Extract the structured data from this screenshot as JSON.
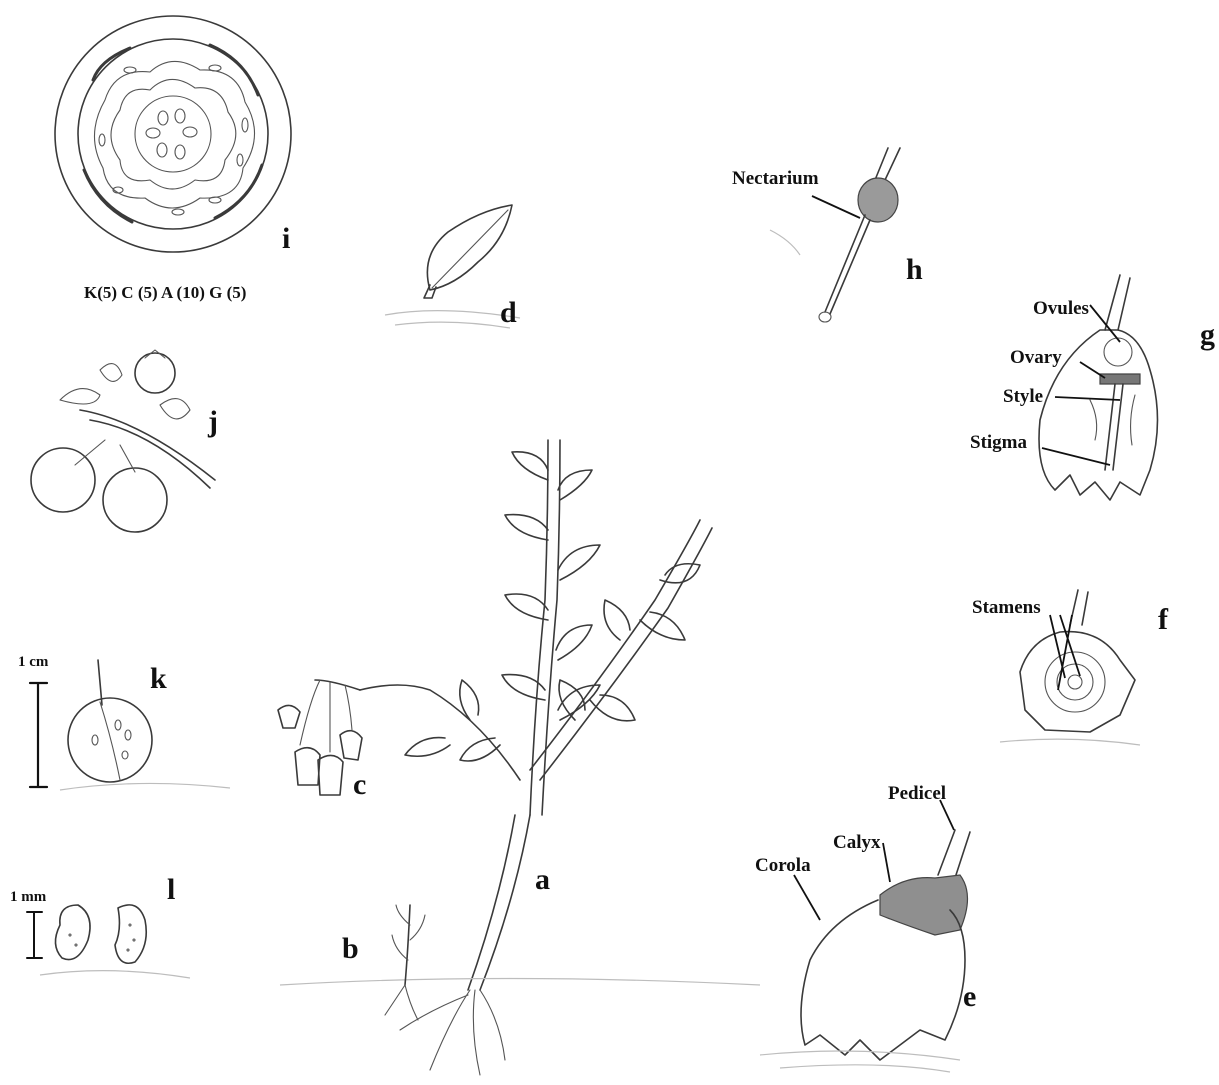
{
  "figure": {
    "panel_letters": {
      "a": "a",
      "b": "b",
      "c": "c",
      "d": "d",
      "e": "e",
      "f": "f",
      "g": "g",
      "h": "h",
      "i": "i",
      "j": "j",
      "k": "k",
      "l": "l"
    },
    "floral_formula": "K(5) C (5) A (10) G (5)",
    "labels": {
      "nectarium": "Nectarium",
      "ovules": "Ovules",
      "ovary": "Ovary",
      "style": "Style",
      "stigma": "Stigma",
      "stamens": "Stamens",
      "pedicel": "Pedicel",
      "calyx": "Calyx",
      "corola": "Corola"
    },
    "scale_bars": {
      "cm": "1 cm",
      "mm": "1 mm"
    }
  }
}
